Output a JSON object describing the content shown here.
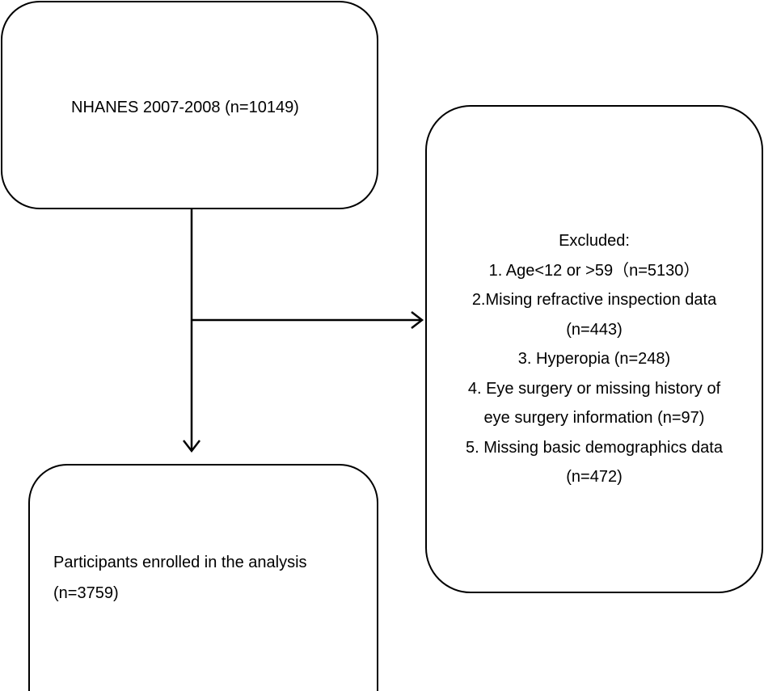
{
  "source_box": {
    "label": "NHANES 2007-2008 (n=10149)"
  },
  "excluded_box": {
    "heading": "Excluded:",
    "lines": [
      "1. Age<12 or >59（n=5130）",
      "2.Mising refractive inspection data",
      "(n=443)",
      "3. Hyperopia (n=248)",
      "4. Eye surgery or missing history of",
      "eye surgery information (n=97)",
      "5. Missing basic demographics data",
      "(n=472)"
    ]
  },
  "enrolled_box": {
    "line1": "Participants enrolled in the analysis",
    "line2": "(n=3759)"
  },
  "colors": {
    "stroke": "#000000",
    "background": "#ffffff"
  }
}
